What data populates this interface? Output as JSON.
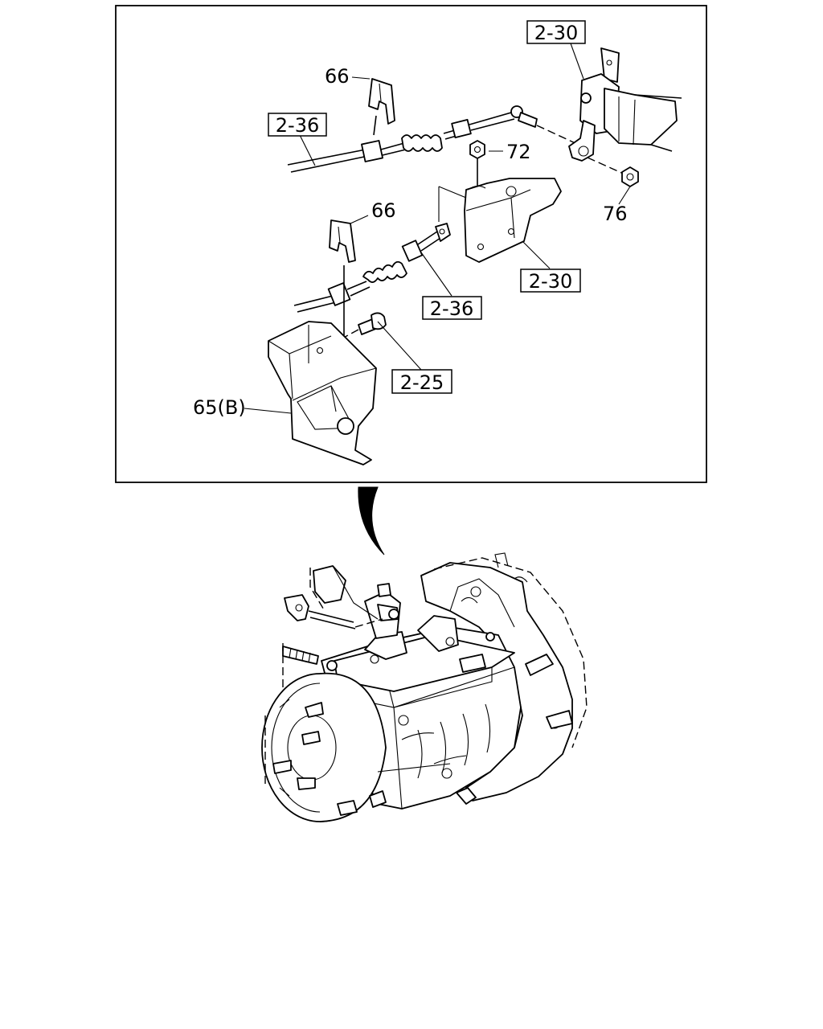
{
  "callouts": {
    "ref_2_30_top": "2-30",
    "ref_2_36_top": "2-36",
    "part_66_top": "66",
    "part_72": "72",
    "part_76": "76",
    "part_66_mid": "66",
    "ref_2_30_mid": "2-30",
    "ref_2_36_mid": "2-36",
    "ref_2_25": "2-25",
    "part_65b": "65(B)"
  }
}
